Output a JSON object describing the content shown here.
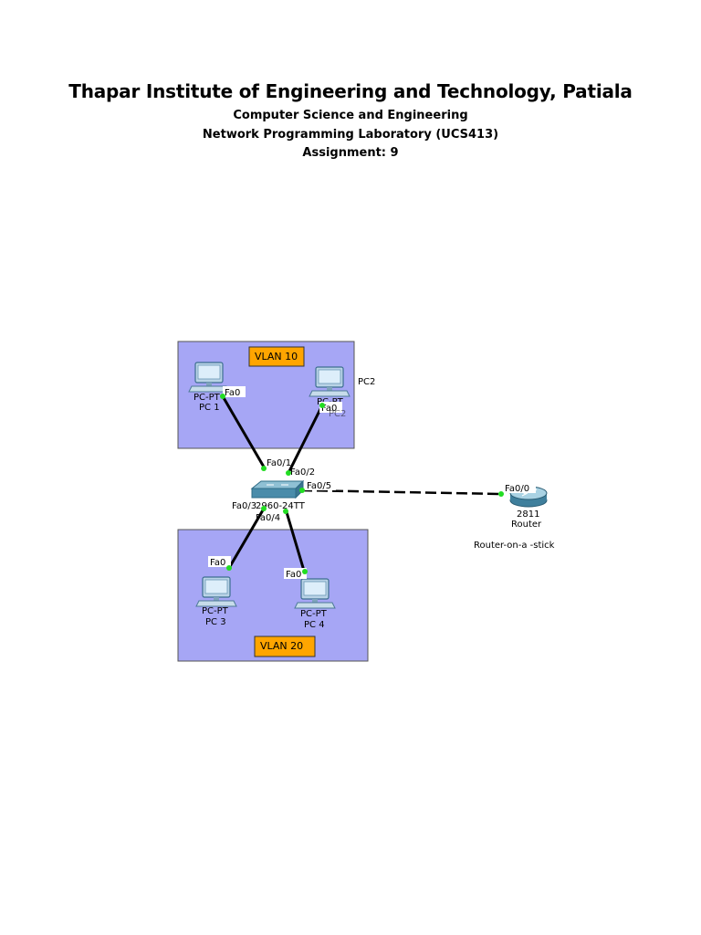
{
  "header": {
    "title": "Thapar Institute of Engineering and Technology, Patiala",
    "department": "Computer Science and Engineering",
    "course": "Network Programming Laboratory (UCS413)",
    "assignment": "Assignment: 9"
  },
  "diagram": {
    "vlan_top": "VLAN 10",
    "vlan_bottom": "VLAN 20",
    "pc1": {
      "type": "PC-PT",
      "name": "PC 1",
      "port": "Fa0"
    },
    "pc2": {
      "type": "PC-PT",
      "name": "PC2",
      "name_under": "PC2",
      "port": "Fa0"
    },
    "pc3": {
      "type": "PC-PT",
      "name": "PC 3",
      "port": "Fa0"
    },
    "pc4": {
      "type": "PC-PT",
      "name": "PC 4",
      "port": "Fa0"
    },
    "switch": {
      "model": "2960-24TT",
      "ports": {
        "p1": "Fa0/1",
        "p2": "Fa0/2",
        "p3": "Fa0/3",
        "p4": "Fa0/4",
        "p5": "Fa0/5"
      }
    },
    "router": {
      "model": "2811",
      "name": "Router",
      "port": "Fa0/0",
      "caption": "Router-on-a -stick"
    },
    "colors": {
      "vlan_area": "#A6A6F5",
      "vlan_label": "#FFA500",
      "link_dot": "#22DD22"
    }
  }
}
